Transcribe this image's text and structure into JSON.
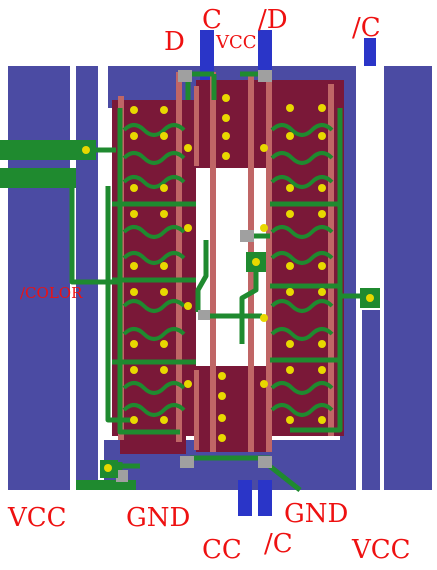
{
  "labels": {
    "d_top": "D",
    "c_top": "C",
    "vcc_top": "VCC",
    "nd_top": "/D",
    "nc_top": "/C",
    "color": "/COLOR",
    "vcc_bl": "VCC",
    "gnd_bl": "GND",
    "gnd_br": "GND",
    "cc_bot": "CC",
    "nc_bot": "/C",
    "vcc_br": "VCC"
  },
  "colors": {
    "metal1": "#4b4ba3",
    "metal2": "#2a35c8",
    "diffusion": "#7a1838",
    "poly": "#c06666",
    "route": "#1f8a2f",
    "contact": "#e8d800",
    "via": "#a0a0a0",
    "label": "#ee1111"
  }
}
